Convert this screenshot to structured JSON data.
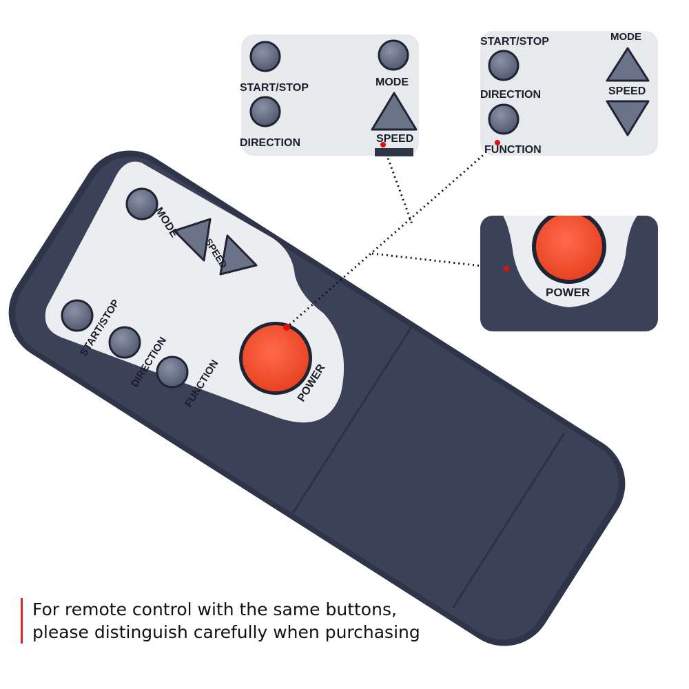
{
  "remote": {
    "labels": {
      "mode": "MODE",
      "speed": "SPEED",
      "start_stop": "START/STOP",
      "direction": "DIRECTION",
      "function": "FUNCTION",
      "power": "POWER"
    }
  },
  "insets": {
    "top_left": {
      "start_stop": "START/STOP",
      "direction": "DIRECTION",
      "mode": "MODE",
      "speed": "SPEED"
    },
    "top_right": {
      "start_stop": "START/STOP",
      "direction": "DIRECTION",
      "function": "FUNCTION",
      "mode": "MODE",
      "speed": "SPEED"
    },
    "power": {
      "power": "POWER"
    }
  },
  "caption": {
    "line1": "For remote control with the same buttons,",
    "line2": "please distinguish carefully when purchasing"
  },
  "colors": {
    "body": "#3b4258",
    "face": "#ecedf0",
    "button": "#6b7389",
    "power": "#f4553a",
    "accent": "#d8232a",
    "marker": "#e01010"
  }
}
